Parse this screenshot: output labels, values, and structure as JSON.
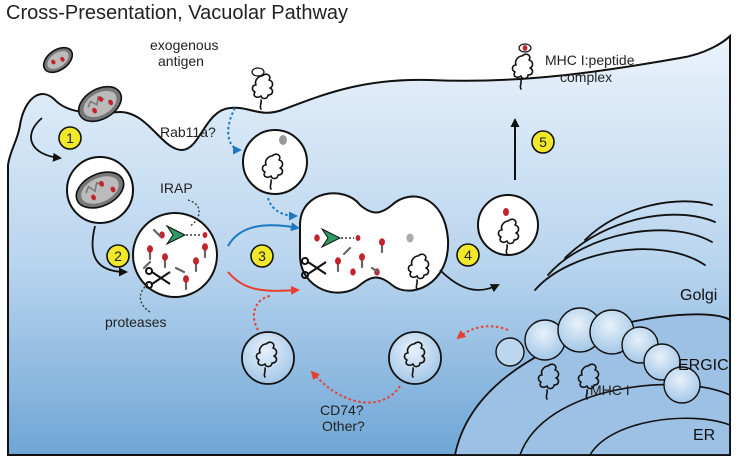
{
  "title": "Cross-Presentation, Vacuolar Pathway",
  "labels": {
    "exogenous_antigen": [
      "exogenous",
      "antigen"
    ],
    "rab11a": "Rab11a?",
    "irap": "IRAP",
    "proteases": "proteases",
    "mhc_peptide": [
      "MHC I:peptide",
      "complex"
    ],
    "golgi": "Golgi",
    "ergic": "ERGIC",
    "er": "ER",
    "mhc1": "MHC I",
    "cd74_other": [
      "CD74?",
      "Other?"
    ]
  },
  "steps": [
    "1",
    "2",
    "3",
    "4",
    "5"
  ],
  "colors": {
    "cell_top": "#e9f2fb",
    "cell_bottom": "#7fb1dc",
    "step_badge": "#f2e82a",
    "peptide_red": "#c4232e",
    "irap_green": "#2f9a62",
    "blue_arrow": "#1c78c0",
    "red_arrow": "#e8402f"
  }
}
